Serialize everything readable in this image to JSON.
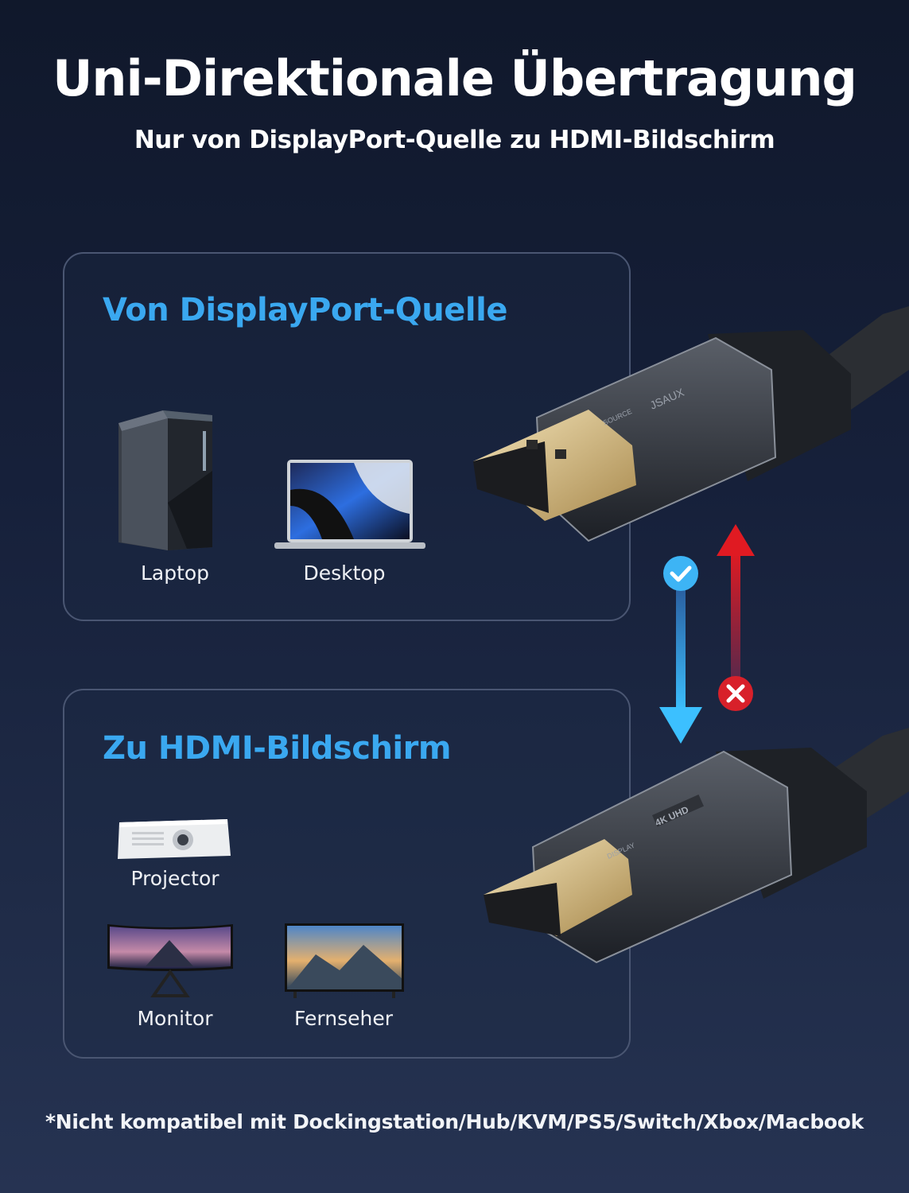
{
  "header": {
    "title": "Uni-Direktionale Übertragung",
    "subtitle": "Nur von DisplayPort-Quelle zu HDMI-Bildschirm"
  },
  "source_box": {
    "heading": "Von DisplayPort-Quelle",
    "devices": [
      {
        "label": "Laptop",
        "icon": "pc-tower-icon"
      },
      {
        "label": "Desktop",
        "icon": "laptop-icon"
      }
    ]
  },
  "display_box": {
    "heading": "Zu HDMI-Bildschirm",
    "devices": [
      {
        "label": "Projector",
        "icon": "projector-icon"
      },
      {
        "label": "Monitor",
        "icon": "monitor-icon"
      },
      {
        "label": "Fernseher",
        "icon": "tv-icon"
      }
    ]
  },
  "direction": {
    "allowed": {
      "icon": "check-icon",
      "color": "#3db4f5"
    },
    "blocked": {
      "icon": "x-icon",
      "color": "#d8202a"
    }
  },
  "connectors": {
    "top": {
      "brand": "JSAUX",
      "marking": "SOURCE"
    },
    "bottom": {
      "badge": "4K UHD",
      "marking": "DISPLAY"
    }
  },
  "footer": {
    "note": "*Nicht kompatibel mit Dockingstation/Hub/KVM/PS5/Switch/Xbox/Macbook"
  },
  "colors": {
    "accent": "#3aa8f0",
    "background": "#16203a"
  }
}
